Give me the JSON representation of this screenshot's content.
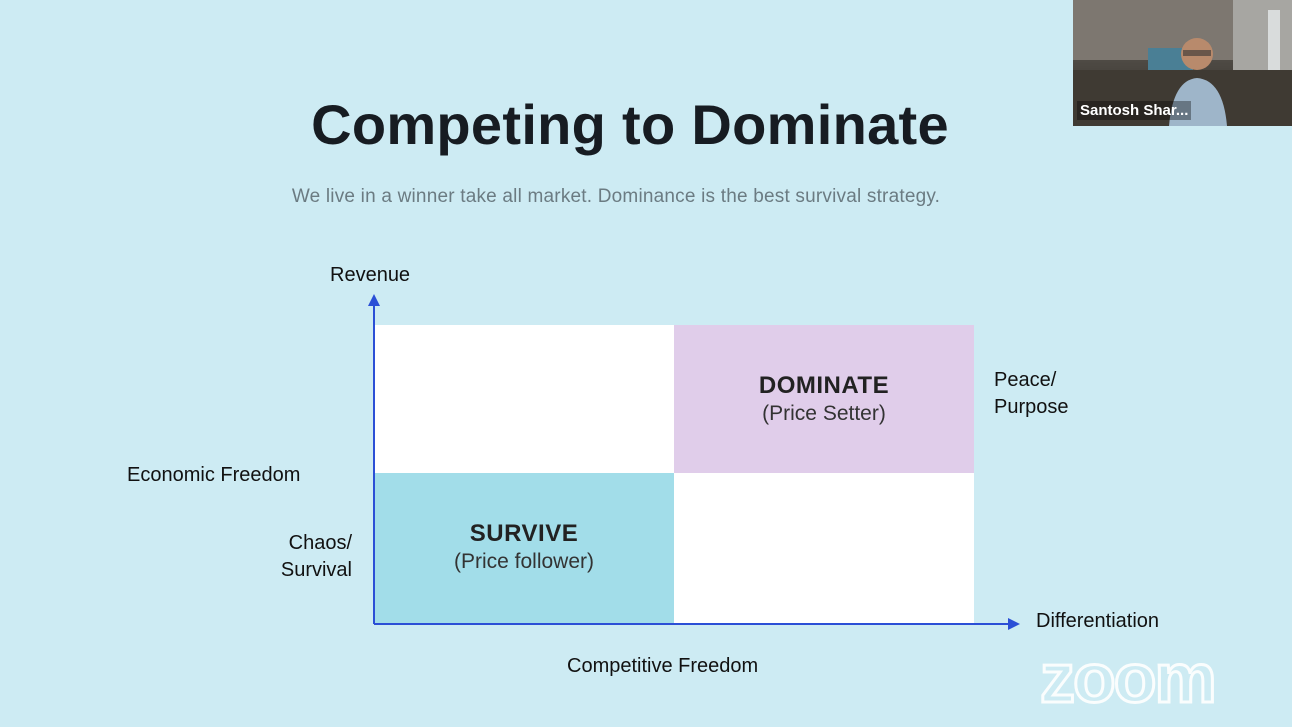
{
  "slide": {
    "title": "Competing to Dominate",
    "subtitle": "We live in a winner take all market. Dominance is the best survival strategy.",
    "y_axis_label": "Revenue",
    "x_axis_label": "Differentiation",
    "y_axis_caption": "Economic Freedom",
    "x_axis_caption": "Competitive Freedom",
    "low_y_label": [
      "Chaos/",
      "Survival"
    ],
    "high_y_label": [
      "Peace/",
      "Purpose"
    ],
    "quadrants": {
      "top_right": {
        "title": "DOMINATE",
        "subtitle": "(Price Setter)",
        "color": "#e0cdea"
      },
      "bottom_left": {
        "title": "SURVIVE",
        "subtitle": "(Price follower)",
        "color": "#a2dde9"
      }
    },
    "axis_color": "#2b4fd6"
  },
  "video": {
    "participant_name": "Santosh Shar..."
  },
  "branding": {
    "logo_text": "zoom"
  }
}
